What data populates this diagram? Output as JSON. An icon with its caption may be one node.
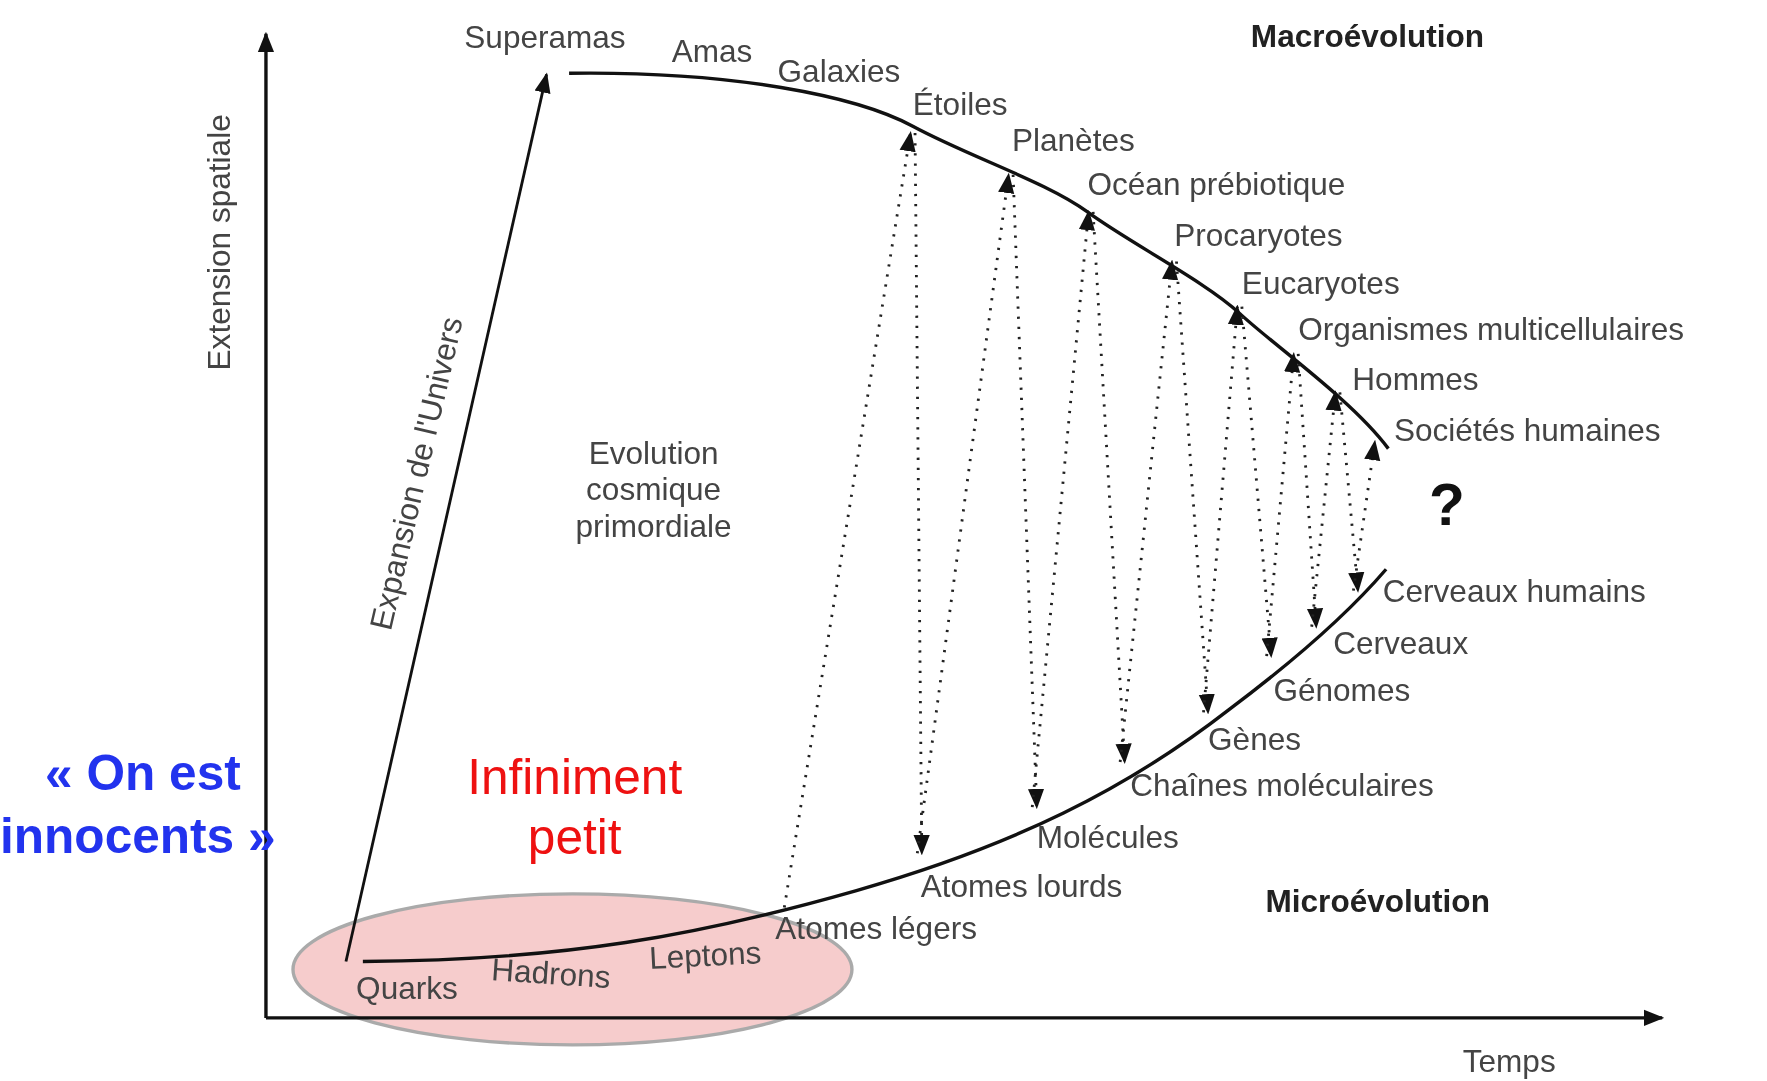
{
  "diagram": {
    "labels": [
      "Superamas",
      "Amas",
      "Macroévolution",
      "Galaxies",
      "Étoiles",
      "Planètes",
      "Océan prébiotique",
      "Procaryotes",
      "Eucaryotes",
      "Organismes multicellulaires",
      "Hommes",
      "Sociétés humaines",
      "Extension spatiale",
      "Expansion de l'Univers",
      "Evolution cosmique primordiale",
      "?",
      "Cerveaux humains",
      "Cerveaux",
      "Génomes",
      "Gènes",
      "Chaînes moléculaires",
      "« On est innocents »",
      "Infiniment petit",
      "Molécules",
      "Atomes lourds",
      "Microévolution",
      "Atomes légers",
      "Leptons",
      "Hadrons",
      "Quarks",
      "Temps"
    ]
  }
}
